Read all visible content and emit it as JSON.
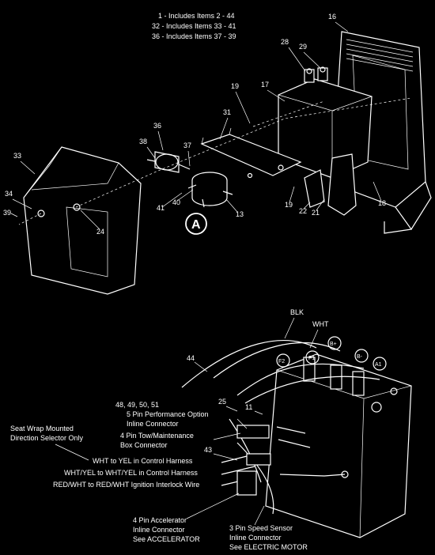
{
  "legend": [
    "1 - Includes Items 2 - 44",
    "32 - Includes Items 33 - 41",
    "36 - Includes Items 37 - 39"
  ],
  "callout": "A",
  "part_numbers": {
    "p16": "16",
    "p28": "28",
    "p29": "29",
    "p19a": "19",
    "p17": "17",
    "p31": "31",
    "p36": "36",
    "p38": "38",
    "p37": "37",
    "p33": "33",
    "p34": "34",
    "p39": "39",
    "p24": "24",
    "p41": "41",
    "p40": "40",
    "p13": "13",
    "p19b": "19",
    "p22": "22",
    "p21": "21",
    "p18": "18",
    "p44": "44",
    "p25": "25",
    "p11": "11",
    "p43": "43"
  },
  "wires": {
    "blk": "BLK",
    "wht": "WHT"
  },
  "terminals": {
    "b_plus": "B+",
    "b_minus": "B-",
    "a1": "A1",
    "f1": "F1",
    "f2": "F2"
  },
  "labels": {
    "perf_1": "48, 49, 50, 51",
    "perf_2": "5 Pin Performance Option",
    "perf_3": "Inline Connector",
    "seat_1": "Seat Wrap Mounted",
    "seat_2": "Direction Selector Only",
    "tow_1": "4 Pin Tow/Maintenance",
    "tow_2": "Box Connector",
    "wht_yel": "WHT to YEL in Control Harness",
    "wht_yel2": "WHT/YEL to WHT/YEL in Control Harness",
    "red_wht": "RED/WHT to RED/WHT Ignition Interlock Wire",
    "acc_1": "4 Pin Accelerator",
    "acc_2": "Inline Connector",
    "acc_3": "See ACCELERATOR",
    "spd_1": "3 Pin Speed Sensor",
    "spd_2": "Inline Connector",
    "spd_3": "See ELECTRIC MOTOR"
  }
}
